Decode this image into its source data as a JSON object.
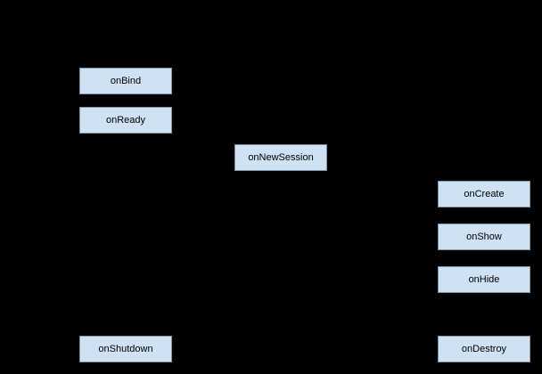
{
  "diagram": {
    "background_color": "#000000",
    "node_fill_color": "#cfe2f3",
    "node_border_color": "#7f93a3",
    "node_text_color": "#000000",
    "nodes": [
      {
        "label": "onBind"
      },
      {
        "label": "onReady"
      },
      {
        "label": "onNewSession"
      },
      {
        "label": "onCreate"
      },
      {
        "label": "onShow"
      },
      {
        "label": "onHide"
      },
      {
        "label": "onShutdown"
      },
      {
        "label": "onDestroy"
      }
    ]
  }
}
